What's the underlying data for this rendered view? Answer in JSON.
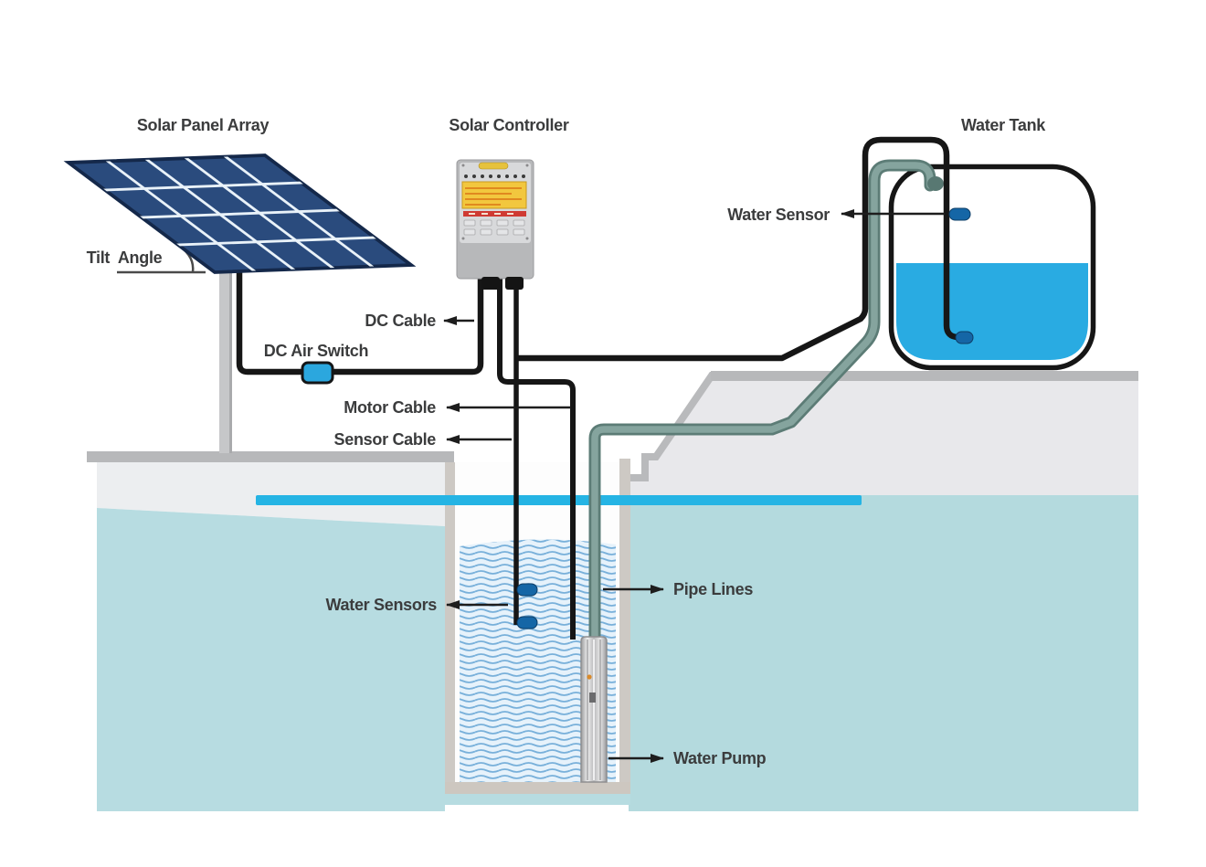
{
  "diagram": {
    "type": "solar-water-pump-system-diagram",
    "titles": {
      "solar_panel_array": "Solar Panel Array",
      "solar_controller": "Solar Controller",
      "water_tank": "Water Tank"
    },
    "labels": {
      "tilt_angle": "Tilt  Angle",
      "dc_cable": "DC Cable",
      "dc_air_switch": "DC Air Switch",
      "motor_cable": "Motor Cable",
      "sensor_cable": "Sensor Cable",
      "water_sensor_tank": "Water Sensor",
      "water_sensors_well": "Water Sensors",
      "pipe_lines": "Pipe Lines",
      "water_pump": "Water Pump"
    },
    "colors": {
      "panel_cell": "#2a4b7d",
      "panel_grid": "#e9f2f9",
      "cable_black": "#161616",
      "pipe_teal": "#5c7c76",
      "pipe_teal_light": "#85a49e",
      "tank_water": "#29abe2",
      "water_level_line": "#25b4e4",
      "sensor_probe": "#1566a6",
      "dc_air_switch": "#2ba7de",
      "groundwater": "#b7dce1",
      "ground_gray": "#b7b8ba",
      "well_wall": "#cdc9c4",
      "controller_screen": "#f2c73e",
      "controller_red_strip": "#cf3a33",
      "wave_line": "#78b0da",
      "label_text": "#3b3c3d"
    },
    "arrows": {
      "style": "arrowhead points toward label",
      "left_pointing": [
        "dc_cable",
        "motor_cable",
        "sensor_cable",
        "water_sensors_well",
        "water_sensor_tank"
      ],
      "right_pointing": [
        "pipe_lines",
        "water_pump"
      ]
    }
  }
}
